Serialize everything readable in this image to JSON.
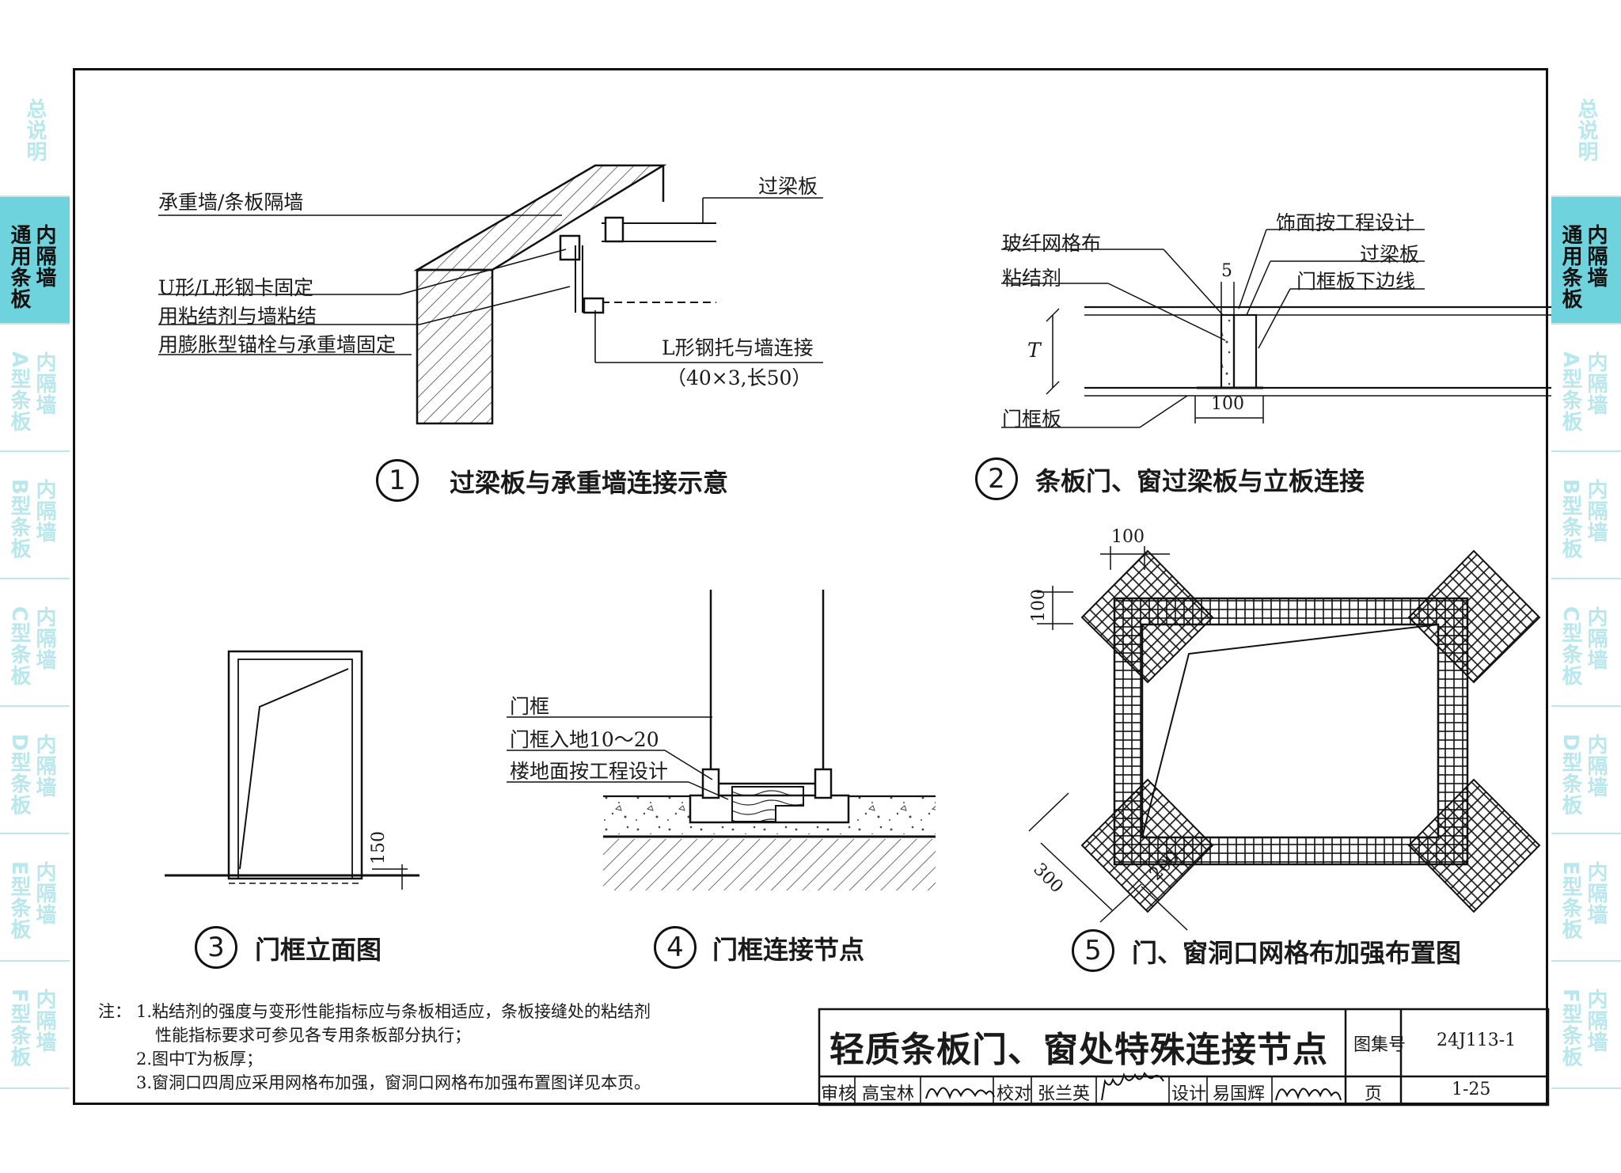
{
  "side_tabs": {
    "left": [
      {
        "line1": "总说明",
        "line2": "",
        "active": false
      },
      {
        "line1": "通用条板",
        "line2": "内隔墙",
        "active": true
      },
      {
        "line1": "A型条板",
        "line2": "内隔墙",
        "active": false
      },
      {
        "line1": "B型条板",
        "line2": "内隔墙",
        "active": false
      },
      {
        "line1": "C型条板",
        "line2": "内隔墙",
        "active": false
      },
      {
        "line1": "D型条板",
        "line2": "内隔墙",
        "active": false
      },
      {
        "line1": "E型条板",
        "line2": "内隔墙",
        "active": false
      },
      {
        "line1": "F型条板",
        "line2": "内隔墙",
        "active": false
      }
    ],
    "right": [
      {
        "line1": "总说明",
        "line2": "",
        "active": false
      },
      {
        "line1": "通用条板",
        "line2": "内隔墙",
        "active": true
      },
      {
        "line1": "A型条板",
        "line2": "内隔墙",
        "active": false
      },
      {
        "line1": "B型条板",
        "line2": "内隔墙",
        "active": false
      },
      {
        "line1": "C型条板",
        "line2": "内隔墙",
        "active": false
      },
      {
        "line1": "D型条板",
        "line2": "内隔墙",
        "active": false
      },
      {
        "line1": "E型条板",
        "line2": "内隔墙",
        "active": false
      },
      {
        "line1": "F型条板",
        "line2": "内隔墙",
        "active": false
      }
    ],
    "active_color": "#6fd3dd",
    "inactive_text_color": "#b8e8ed"
  },
  "diagram1": {
    "number": "1",
    "caption": "过梁板与承重墙连接示意",
    "labels": {
      "wall": "承重墙/条板隔墙",
      "lintel": "过梁板",
      "clip": "U形/L形钢卡固定",
      "adhesive": "用粘结剂与墙粘结",
      "anchor": "用膨胀型锚栓与承重墙固定",
      "bracket": "L形钢托与墙连接",
      "bracket_size": "（40×3,长50）"
    }
  },
  "diagram2": {
    "number": "2",
    "caption": "条板门、窗过梁板与立板连接",
    "labels": {
      "mesh": "玻纤网格布",
      "finish": "饰面按工程设计",
      "lintel": "过梁板",
      "adhesive": "粘结剂",
      "bottom_line": "门框板下边线",
      "frame_board": "门框板",
      "dim_5": "5",
      "dim_t": "T",
      "dim_100": "100"
    }
  },
  "diagram3": {
    "number": "3",
    "caption": "门框立面图",
    "labels": {
      "dim_150": "150"
    }
  },
  "diagram4": {
    "number": "4",
    "caption": "门框连接节点",
    "labels": {
      "frame": "门框",
      "embed": "门框入地10～20",
      "floor": "楼地面按工程设计"
    }
  },
  "diagram5": {
    "number": "5",
    "caption": "门、窗洞口网格布加强布置图",
    "labels": {
      "dim_100_top": "100",
      "dim_100_left": "100",
      "dim_300": "300",
      "dim_200": "200"
    }
  },
  "notes": {
    "prefix": "注：",
    "items": [
      "1.粘结剂的强度与变形性能指标应与条板相适应，条板接缝处的粘结剂",
      "性能指标要求可参见各专用条板部分执行；",
      "2.图中T为板厚；",
      "3.窗洞口四周应采用网格布加强，窗洞口网格布加强布置图详见本页。"
    ]
  },
  "title_block": {
    "title": "轻质条板门、窗处特殊连接节点",
    "atlas_label": "图集号",
    "atlas_no": "24J113-1",
    "review_label": "审核",
    "reviewer": "高宝林",
    "check_label": "校对",
    "checker": "张兰英",
    "design_label": "设计",
    "designer": "易国辉",
    "page_label": "页",
    "page_no": "1-25"
  }
}
